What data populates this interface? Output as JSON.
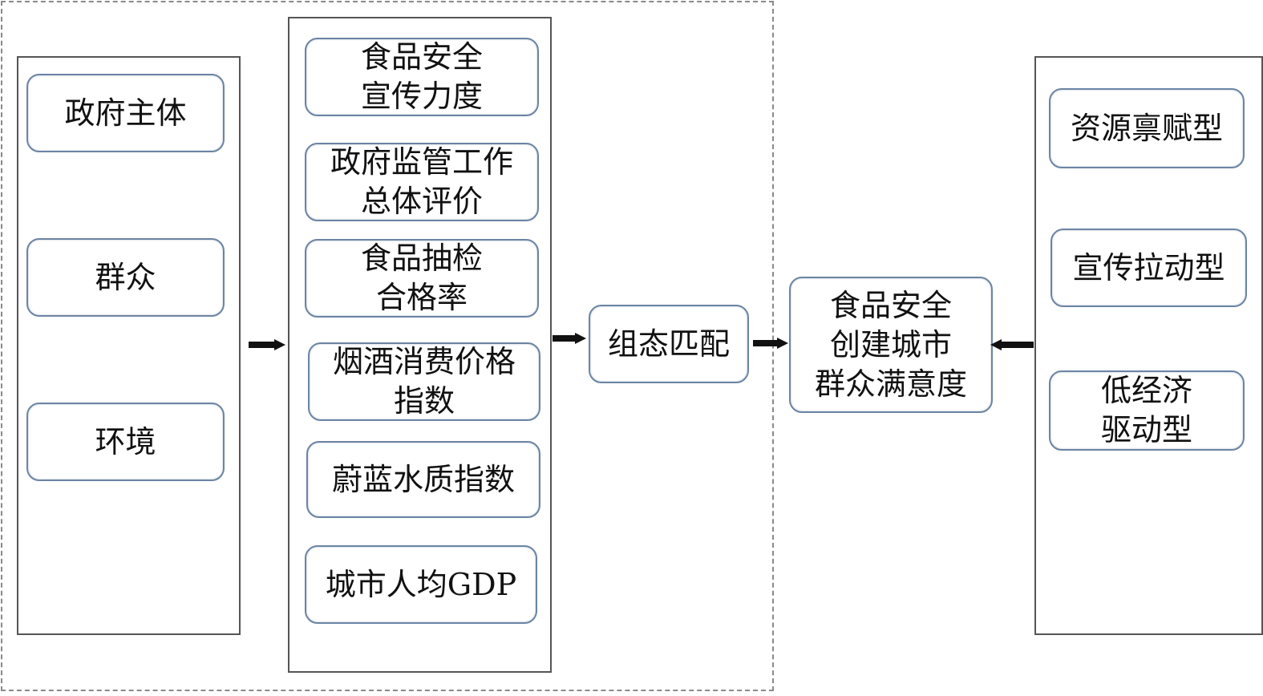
{
  "diagram": {
    "subjects": [
      "政府主体",
      "群众",
      "环境"
    ],
    "conditions": [
      "食品安全\n宣传力度",
      "政府监管工作\n总体评价",
      "食品抽检\n合格率",
      "烟酒消费价格\n指数",
      "蔚蓝水质指数",
      "城市人均GDP"
    ],
    "process": "组态匹配",
    "outcome": "食品安全\n创建城市\n群众满意度",
    "types": [
      "资源禀赋型",
      "宣传拉动型",
      "低经济\n驱动型"
    ],
    "colors": {
      "node_border": "#6b84a3",
      "panel_border": "#555555",
      "arrow": "#111111"
    }
  }
}
